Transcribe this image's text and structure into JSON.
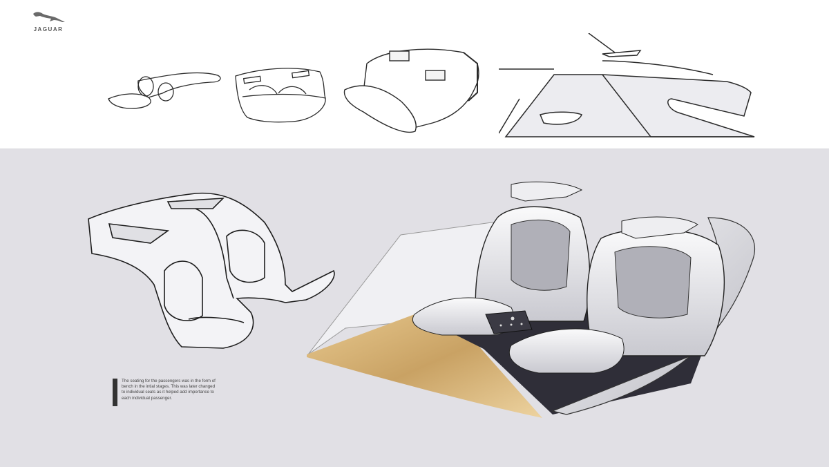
{
  "brand": {
    "name": "JAGUAR",
    "icon": "leaping-jaguar-icon"
  },
  "layout": {
    "top_band_color": "#ffffff",
    "bottom_band_color": "#e1e0e5",
    "accent_floor_color": "#c9a264",
    "seat_dark_color": "#2f2e38"
  },
  "top_sketches": [
    {
      "label": "bench-seat-sketch-1"
    },
    {
      "label": "bench-seat-sketch-2"
    },
    {
      "label": "bench-seat-sketch-3"
    },
    {
      "label": "cabin-side-profile-sketch"
    }
  ],
  "main": {
    "left_sketch": "twin-seat-line-sketch",
    "right_render": "rendered-cabin-seats",
    "caption": "The seating for the passengers was in the form of bench in the intial stages. This was later changed to individual seats as it helped add importance to each individual passenger."
  }
}
